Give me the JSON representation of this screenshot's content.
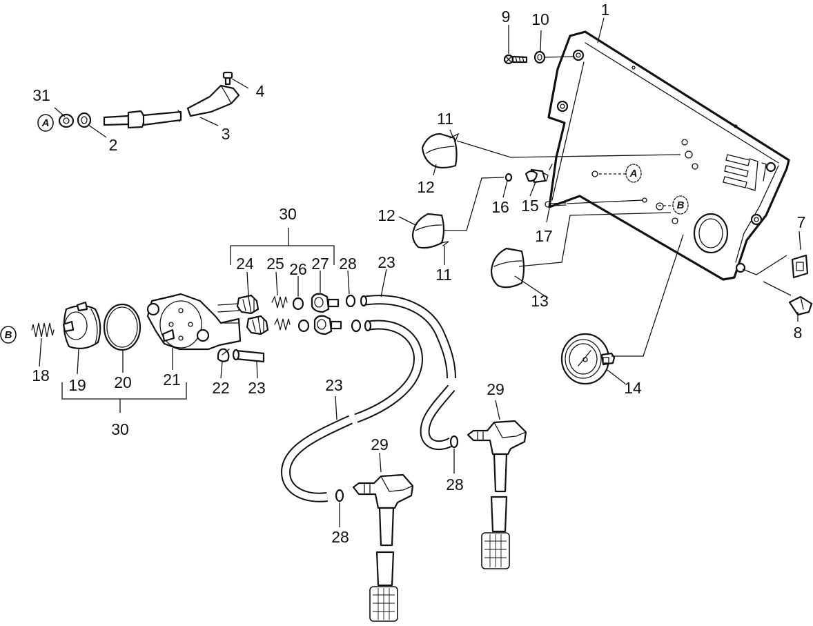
{
  "callouts": {
    "p1": "1",
    "p2": "2",
    "p3": "3",
    "p4": "4",
    "p7": "7",
    "p8": "8",
    "p9": "9",
    "p10": "10",
    "p11a": "11",
    "p11b": "11",
    "p12a": "12",
    "p12b": "12",
    "p13": "13",
    "p14": "14",
    "p15": "15",
    "p16": "16",
    "p17": "17",
    "p18": "18",
    "p19": "19",
    "p20": "20",
    "p21": "21",
    "p22": "22",
    "p23a": "23",
    "p23b": "23",
    "p23c": "23",
    "p24": "24",
    "p25": "25",
    "p26": "26",
    "p27": "27",
    "p28a": "28",
    "p28b": "28",
    "p28c": "28",
    "p29a": "29",
    "p29b": "29",
    "p30a": "30",
    "p30b": "30",
    "p31": "31"
  },
  "reference_markers": {
    "a1": "A",
    "a2": "A",
    "b1": "B",
    "b2": "B"
  }
}
